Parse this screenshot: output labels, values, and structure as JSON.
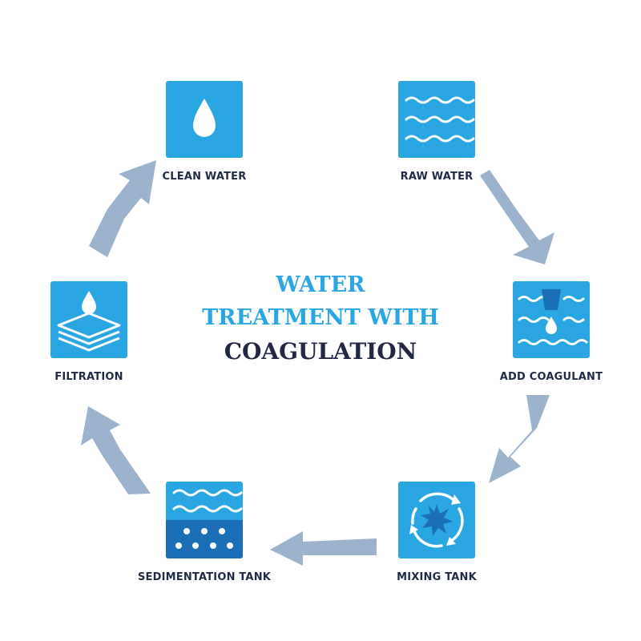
{
  "title": {
    "line1": "WATER",
    "line2": "TREATMENT WITH",
    "line3": "COAGULATION"
  },
  "steps": [
    {
      "label": "CLEAN WATER",
      "icon": "water-drop-icon"
    },
    {
      "label": "RAW WATER",
      "icon": "water-waves-icon"
    },
    {
      "label": "ADD COAGULANT",
      "icon": "coagulant-dose-icon"
    },
    {
      "label": "MIXING TANK",
      "icon": "mixing-cycle-icon"
    },
    {
      "label": "SEDIMENTATION TANK",
      "icon": "sediment-tank-icon"
    },
    {
      "label": "FILTRATION",
      "icon": "filter-layers-icon"
    }
  ],
  "colors": {
    "tile": "#2aa7e2",
    "tile_dark": "#1a6fb7",
    "arrow": "#9cb3cd",
    "title_blue": "#2aa7e2",
    "title_dark": "#222844"
  }
}
